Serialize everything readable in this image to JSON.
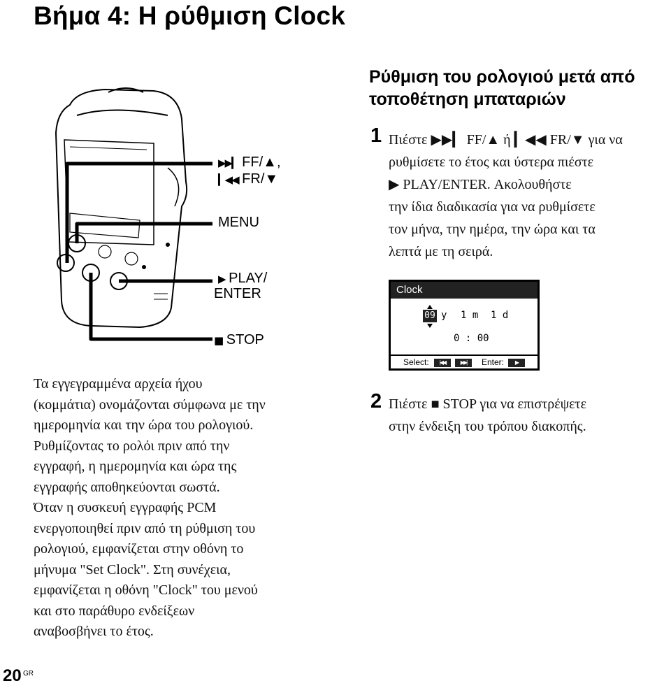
{
  "title": "Βήμα 4: Η ρύθμιση Clock",
  "callouts": {
    "ff": {
      "icon": "next-track-icon",
      "glyph": "▶▶▎",
      "label": "FF/▲,"
    },
    "fr": {
      "icon": "prev-track-icon",
      "glyph": "▎◀◀",
      "label": "FR/▼"
    },
    "menu": {
      "label": "MENU"
    },
    "play": {
      "icon": "play-icon",
      "glyph": "▶",
      "label": "PLAY/",
      "label2": "ENTER"
    },
    "stop": {
      "icon": "stop-icon",
      "glyph": "■",
      "label": "STOP"
    }
  },
  "section": {
    "heading": "Ρύθμιση του ρολογιού μετά από τοποθέτηση μπαταριών"
  },
  "steps": [
    {
      "number": "1",
      "lines": [
        "Πιέστε ▶▶▎ FF/▲ ή ▎◀◀ FR/▼ για να",
        "ρυθμίσετε το έτος και ύστερα πιέστε",
        "▶ PLAY/ENTER. Ακολουθήστε",
        "την ίδια διαδικασία για να ρυθμίσετε",
        "τον μήνα, την ημέρα, την ώρα και τα",
        "λεπτά με τη σειρά."
      ]
    },
    {
      "number": "2",
      "lines": [
        "Πιέστε ■ STOP για να επιστρέψετε",
        "στην ένδειξη του τρόπου διακοπής."
      ]
    }
  ],
  "screen": {
    "title": "Clock",
    "year_value": "09",
    "year_unit": "y",
    "month": "1 m",
    "day": "1 d",
    "time": "0 : 00",
    "select_label": "Select:",
    "select_keys": [
      "|◀◀",
      "▶▶|"
    ],
    "enter_label": "Enter:",
    "enter_key": "▶"
  },
  "body_lines": [
    "Τα εγγεγραμμένα αρχεία ήχου",
    "(κομμάτια) ονομάζονται σύμφωνα με την",
    "ημερομηνία και την ώρα του ρολογιού.",
    "Ρυθμίζοντας το ρολόι πριν από την",
    "εγγραφή, η ημερομηνία και ώρα της",
    "εγγραφής αποθηκεύονται σωστά.",
    "Όταν η συσκευή εγγραφής PCM",
    "ενεργοποιηθεί πριν από τη ρύθμιση του",
    "ρολογιού, εμφανίζεται στην οθόνη το",
    "μήνυμα \"Set Clock\". Στη συνέχεια,",
    "εμφανίζεται η οθόνη \"Clock\" του μενού",
    "και στο παράθυρο ενδείξεων",
    "αναβοσβήνει το έτος."
  ],
  "page": {
    "number": "20",
    "suffix": "GR"
  }
}
